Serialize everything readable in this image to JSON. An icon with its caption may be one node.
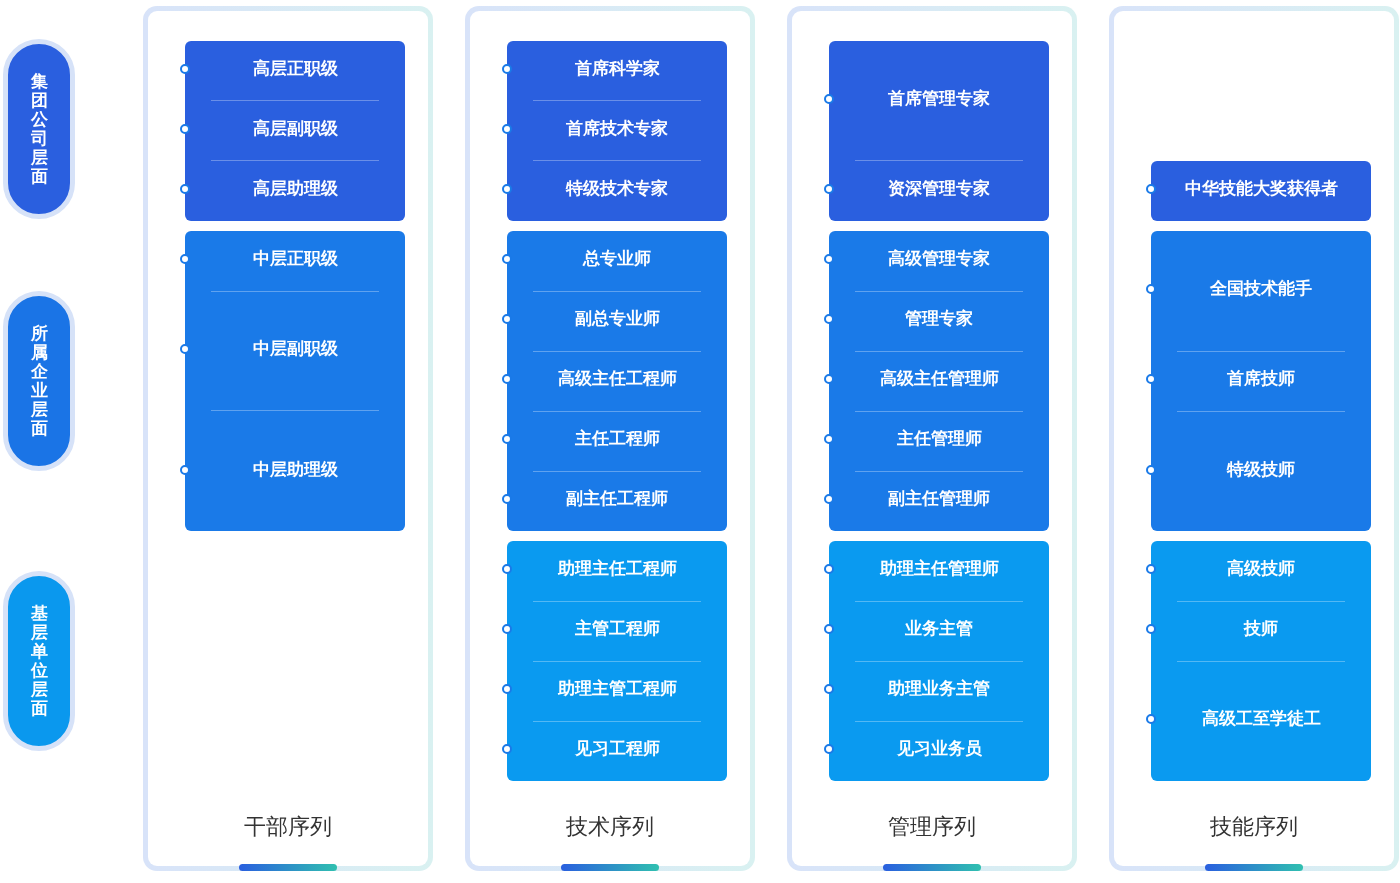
{
  "diagram": {
    "nodes": [
      {
        "text": [
          "集团公司层面"
        ]
      },
      {
        "text": [
          "所属企业层面"
        ]
      },
      {
        "text": [
          "基层单位层面"
        ]
      },
      {
        "text": [
          "干部序列"
        ]
      },
      {
        "text": [
          "高层正职级",
          "高层副职级",
          "高层助理级"
        ],
        "in": 3
      },
      {
        "text": [
          "中层正职级",
          "中层副职级",
          "中层助理级"
        ],
        "in": 3
      },
      {
        "text": [
          "技术序列"
        ]
      },
      {
        "text": [
          "首席科学家",
          "首席技术专家",
          "特级技术专家"
        ],
        "in": 6
      },
      {
        "text": [
          "总专业师",
          "副总专业师",
          "高级主任工程师",
          "主任工程师",
          "副主任工程师"
        ],
        "in": 6
      },
      {
        "text": [
          "助理主任工程师",
          "主管工程师",
          "助理主管工程师",
          "见习工程师"
        ],
        "in": 6
      },
      {
        "text": [
          "管理序列"
        ]
      },
      {
        "text": [
          "首席管理专家",
          "资深管理专家"
        ],
        "in": 10
      },
      {
        "text": [
          "高级管理专家",
          "管理专家",
          "高级主任管理师",
          "主任管理师",
          "副主任管理师"
        ],
        "in": 10
      },
      {
        "text": [
          "助理主任管理师",
          "业务主管",
          "助理业务主管",
          "见习业务员"
        ],
        "in": 10
      },
      {
        "text": [
          "技能序列"
        ]
      },
      {
        "text": [
          "中华技能大奖获得者"
        ],
        "in": 14
      },
      {
        "text": [
          "全国技术能手",
          "首席技师",
          "特级技师"
        ],
        "in": 14
      },
      {
        "text": [
          "高级技师",
          "技师",
          "高级工至学徒工"
        ],
        "in": 14
      }
    ],
    "edges": []
  }
}
